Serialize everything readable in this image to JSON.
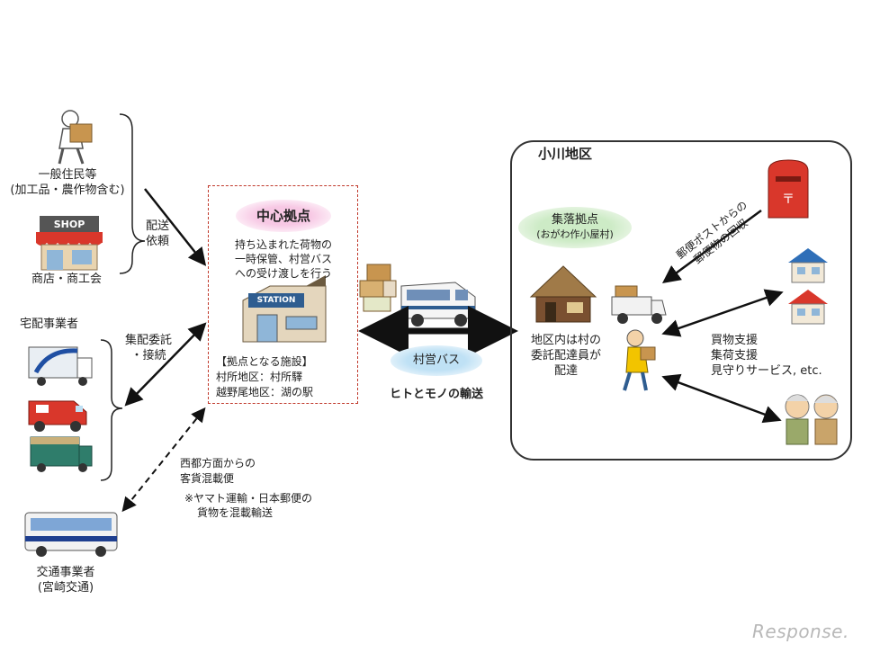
{
  "left": {
    "residents": {
      "line1": "一般住民等",
      "line2": "(加工品・農作物含む)"
    },
    "shop": {
      "sign": "SHOP",
      "label": "商店・商工会"
    },
    "delivery_request": {
      "line1": "配送",
      "line2": "依頼"
    },
    "couriers": {
      "label": "宅配事業者"
    },
    "pickup_consign": {
      "line1": "集配委託",
      "line2": "・接続"
    },
    "transport": {
      "line1": "交通事業者",
      "line2": "(宮崎交通)"
    }
  },
  "hub": {
    "title": "中心拠点",
    "desc": [
      "持ち込まれた荷物の",
      "一時保管、村営バス",
      "への受け渡しを行う"
    ],
    "station_sign": "STATION",
    "facilities_title": "【拠点となる施設】",
    "facilities": [
      "村所地区：村所驛",
      "越野尾地区：湖の駅"
    ]
  },
  "bus_route": {
    "note": [
      "西都方面からの",
      "客貨混載便"
    ],
    "subnote": [
      "※ヤマト運輸・日本郵便の",
      "貨物を混載輸送"
    ]
  },
  "village_bus": {
    "label": "村営バス",
    "caption": "ヒトとモノの輸送"
  },
  "ogawa": {
    "title": "小川地区",
    "settlement": {
      "line1": "集落拠点",
      "line2": "(おがわ作小屋村)"
    },
    "mailpost": {
      "line1": "郵便ポストからの",
      "line2": "郵便物の回収"
    },
    "delivery": [
      "地区内は村の",
      "委託配達員が",
      "配達"
    ],
    "support": [
      "買物支援",
      "集荷支援",
      "見守りサービス, etc."
    ]
  },
  "watermark": "Response."
}
